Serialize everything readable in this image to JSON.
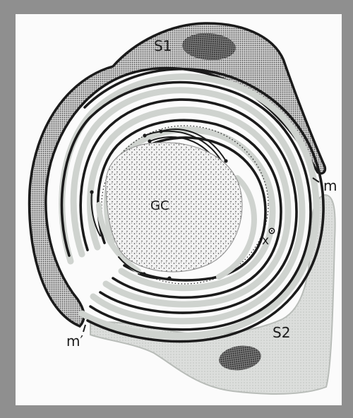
{
  "labels": {
    "s1": "S1",
    "s2": "S2",
    "gc": "GC",
    "m_top": "m",
    "m_bottom": "m′",
    "x": "x"
  },
  "colors": {
    "background": "#8f8f8f",
    "panel": "#fbfbfb",
    "line": "#1b1b1b",
    "pale_band": "#cfd3cf",
    "s1_fill": "#bcbcbc",
    "s2_fill": "#dcdedc"
  }
}
